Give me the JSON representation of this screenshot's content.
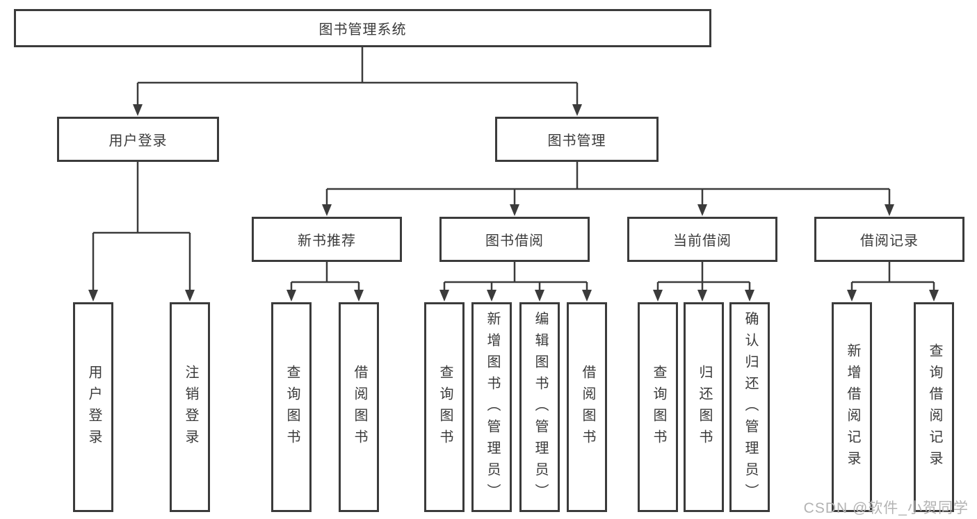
{
  "diagram_type": "functional-structure-tree",
  "colors": {
    "line": "#3b3b3b",
    "box_border": "#3b3b3b",
    "box_background": "#ffffff",
    "text": "#3a3a3a",
    "watermark": "#b3b3b3"
  },
  "tree": {
    "root": {
      "label": "图书管理系统"
    },
    "branches": [
      {
        "label": "用户登录",
        "leaves": [
          {
            "label": "用户登录"
          },
          {
            "label": "注销登录"
          }
        ]
      },
      {
        "label": "图书管理",
        "groups": [
          {
            "label": "新书推荐",
            "leaves": [
              {
                "label": "查询图书"
              },
              {
                "label": "借阅图书"
              }
            ]
          },
          {
            "label": "图书借阅",
            "leaves": [
              {
                "label": "查询图书"
              },
              {
                "label": "新增图书（管理员）"
              },
              {
                "label": "编辑图书（管理员）"
              },
              {
                "label": "借阅图书"
              }
            ]
          },
          {
            "label": "当前借阅",
            "leaves": [
              {
                "label": "查询图书"
              },
              {
                "label": "归还图书"
              },
              {
                "label": "确认归还（管理员）"
              }
            ]
          },
          {
            "label": "借阅记录",
            "leaves": [
              {
                "label": "新增借阅记录"
              },
              {
                "label": "查询借阅记录"
              }
            ]
          }
        ]
      }
    ]
  },
  "watermark": {
    "text": "CSDN @软件_小贺同学"
  }
}
